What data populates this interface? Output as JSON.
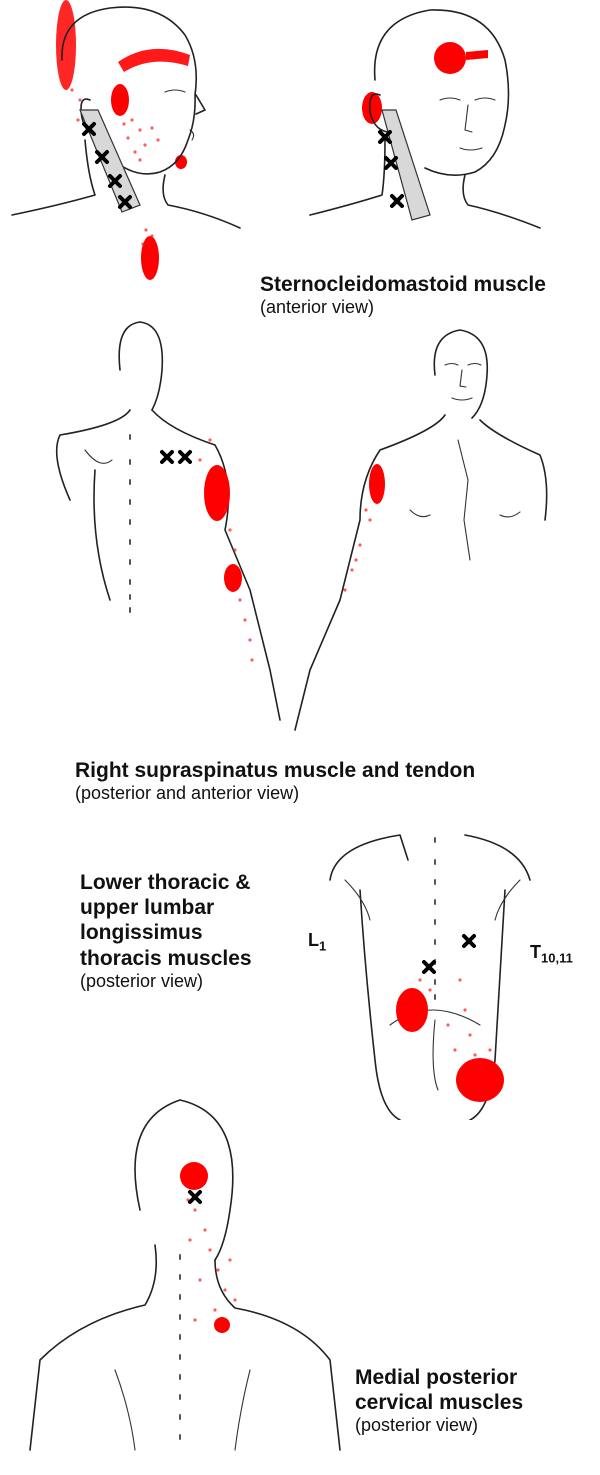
{
  "figures": [
    {
      "title": "Sternocleidomastoid muscle",
      "subtitle": "(anterior view)"
    },
    {
      "title": "Right supraspinatus muscle and tendon",
      "subtitle": "(posterior and anterior view)"
    },
    {
      "title_lines": [
        "Lower thoracic &",
        "upper lumbar",
        "longissimus",
        "thoracis muscles"
      ],
      "subtitle": "(posterior view)",
      "labels": {
        "left_main": "L",
        "left_sub": "1",
        "right_main": "T",
        "right_sub": "10,11"
      }
    },
    {
      "title_lines": [
        "Medial posterior",
        "cervical muscles"
      ],
      "subtitle": "(posterior view)"
    }
  ],
  "colors": {
    "referred_pain": "#ff0000",
    "trigger_point": "#000000",
    "outline": "#222222"
  }
}
